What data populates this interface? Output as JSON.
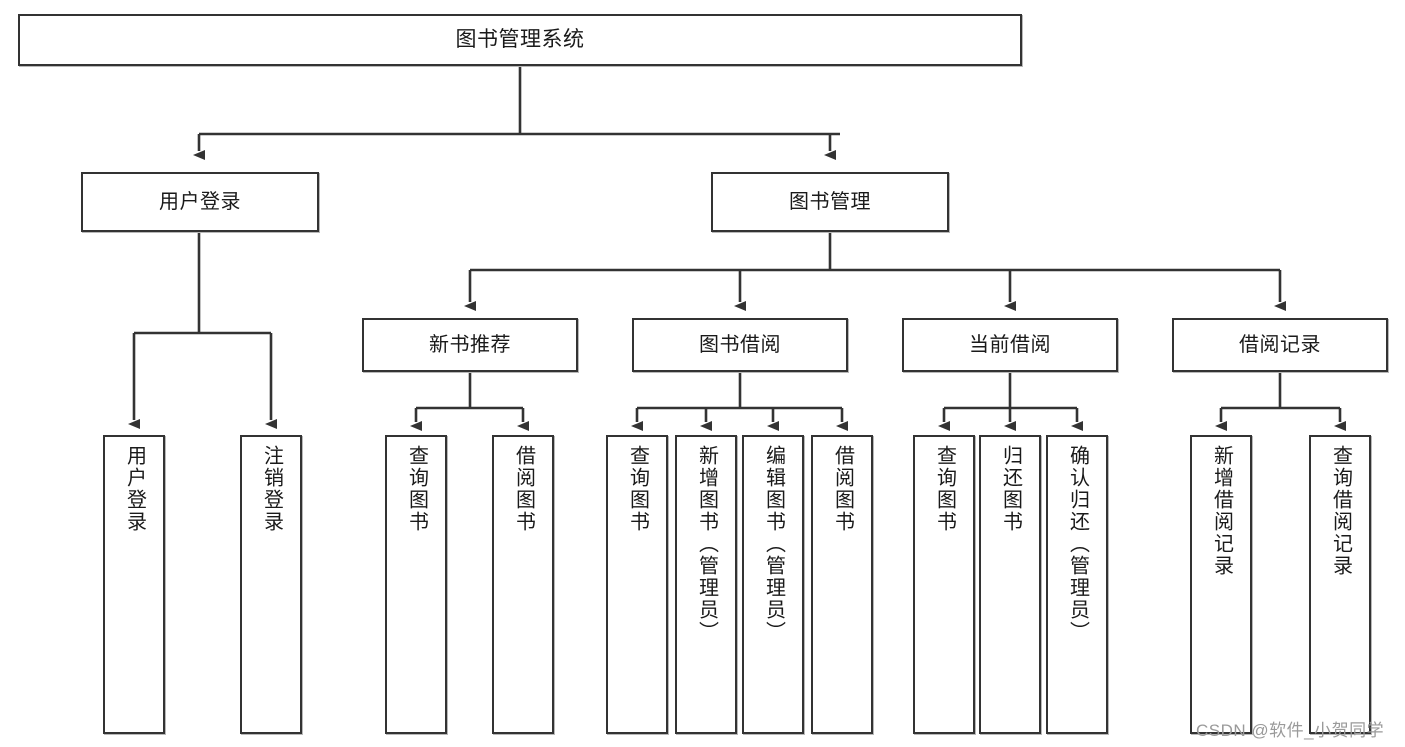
{
  "diagram": {
    "title": "图书管理系统",
    "type": "tree-hierarchy-functional-structure",
    "root": {
      "label": "图书管理系统"
    },
    "level2": [
      {
        "label": "用户登录"
      },
      {
        "label": "图书管理"
      }
    ],
    "level3": [
      {
        "label": "新书推荐"
      },
      {
        "label": "图书借阅"
      },
      {
        "label": "当前借阅"
      },
      {
        "label": "借阅记录"
      }
    ],
    "leaves": {
      "user_login": [
        {
          "label": "用户登录"
        },
        {
          "label": "注销登录"
        }
      ],
      "new_book_recommend": [
        {
          "label": "查询图书"
        },
        {
          "label": "借阅图书"
        }
      ],
      "book_borrow": [
        {
          "label": "查询图书"
        },
        {
          "label": "新增图书（管理员）"
        },
        {
          "label": "编辑图书（管理员）"
        },
        {
          "label": "借阅图书"
        }
      ],
      "current_borrow": [
        {
          "label": "查询图书"
        },
        {
          "label": "归还图书"
        },
        {
          "label": "确认归还（管理员）"
        }
      ],
      "borrow_record": [
        {
          "label": "新增借阅记录"
        },
        {
          "label": "查询借阅记录"
        }
      ]
    },
    "colors": {
      "background": "#ffffff",
      "box_fill": "#ffffff",
      "box_border": "#333333",
      "edge": "#333333",
      "text": "#1a1a1a",
      "watermark": "#9a9a9a"
    }
  },
  "watermark": {
    "text": "CSDN @软件_小贺同学"
  }
}
